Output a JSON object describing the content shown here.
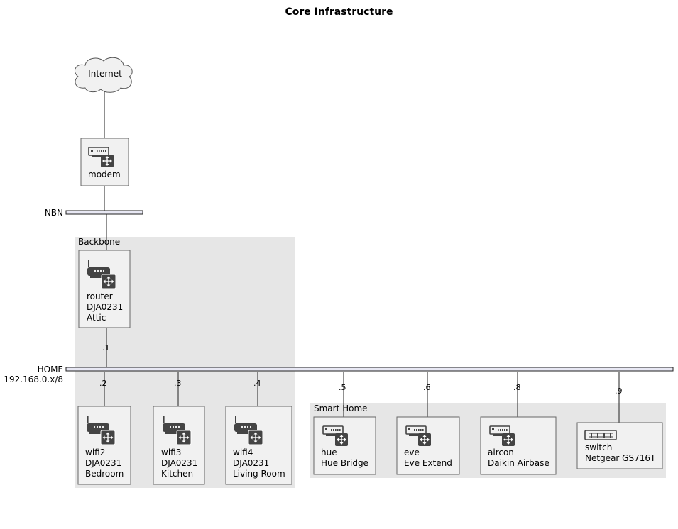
{
  "title": "Core Infrastructure",
  "internet": {
    "label": "Internet"
  },
  "networks": {
    "nbn": {
      "label": "NBN"
    },
    "home": {
      "label": "HOME",
      "subnet": "192.168.0.x/8"
    }
  },
  "groups": {
    "backbone": {
      "label": "Backbone"
    },
    "smart_home": {
      "label": "Smart Home"
    }
  },
  "nodes": {
    "modem": {
      "lines": [
        "modem"
      ],
      "icon": "modem-router-icon"
    },
    "router": {
      "lines": [
        "router",
        "DJA0231",
        "Attic"
      ],
      "icon": "wireless-router-icon",
      "ip": ".1"
    },
    "wifi2": {
      "lines": [
        "wifi2",
        "DJA0231",
        "Bedroom"
      ],
      "icon": "wireless-router-icon",
      "ip": ".2"
    },
    "wifi3": {
      "lines": [
        "wifi3",
        "DJA0231",
        "Kitchen"
      ],
      "icon": "wireless-router-icon",
      "ip": ".3"
    },
    "wifi4": {
      "lines": [
        "wifi4",
        "DJA0231",
        "Living Room"
      ],
      "icon": "wireless-router-icon",
      "ip": ".4"
    },
    "hue": {
      "lines": [
        "hue",
        "Hue Bridge"
      ],
      "icon": "modem-router-icon",
      "ip": ".5"
    },
    "eve": {
      "lines": [
        "eve",
        "Eve Extend"
      ],
      "icon": "modem-router-icon",
      "ip": ".6"
    },
    "aircon": {
      "lines": [
        "aircon",
        "Daikin Airbase"
      ],
      "icon": "modem-router-icon",
      "ip": ".8"
    },
    "switch": {
      "lines": [
        "switch",
        "Netgear GS716T"
      ],
      "icon": "switch-icon",
      "ip": ".9"
    }
  }
}
